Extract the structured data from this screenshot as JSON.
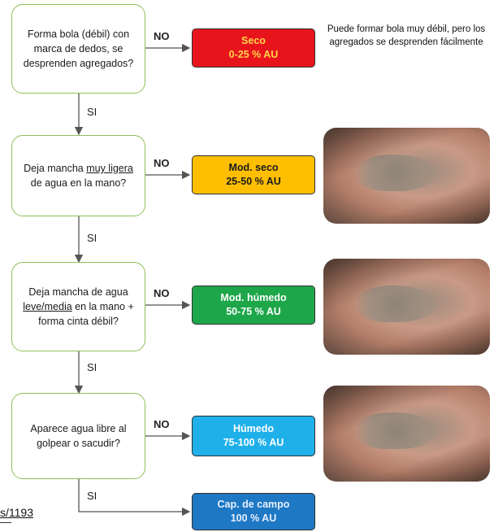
{
  "questions": [
    {
      "before": "Forma bola (débil) con marca de dedos, se desprenden agregados?",
      "underlined": "",
      "after": ""
    },
    {
      "before": "Deja mancha ",
      "underlined": "muy ligera",
      "after": " de agua en la mano?"
    },
    {
      "before": "Deja mancha de agua ",
      "underlined": "leve/media",
      "after": " en la mano + forma cinta débil?"
    },
    {
      "before": "Aparece agua libre al golpear o sacudir?",
      "underlined": "",
      "after": ""
    }
  ],
  "results": [
    {
      "line1": "Seco",
      "line2": "0-25 % AU",
      "bg": "#e8141c",
      "fg": "#ffd64a"
    },
    {
      "line1": "Mod. seco",
      "line2": "25-50 %  AU",
      "bg": "#ffbf00",
      "fg": "#1a1a1a"
    },
    {
      "line1": "Mod. húmedo",
      "line2": "50-75 %  AU",
      "bg": "#1ea64a",
      "fg": "#ffffff"
    },
    {
      "line1": "Húmedo",
      "line2": "75-100 %  AU",
      "bg": "#1fb0ea",
      "fg": "#ffffff"
    },
    {
      "line1": "Cap. de campo",
      "line2": "100 %  AU",
      "bg": "#1f78c4",
      "fg": "#e6f0ff"
    }
  ],
  "labels": {
    "no": "NO",
    "si": "SI"
  },
  "note": "Puede formar bola muy débil, pero los agregados se desprenden fácilmente",
  "fragments": {
    "link": "s/1193"
  },
  "colors": {
    "question_border": "#8fbf5a",
    "arrow": "#555555"
  }
}
